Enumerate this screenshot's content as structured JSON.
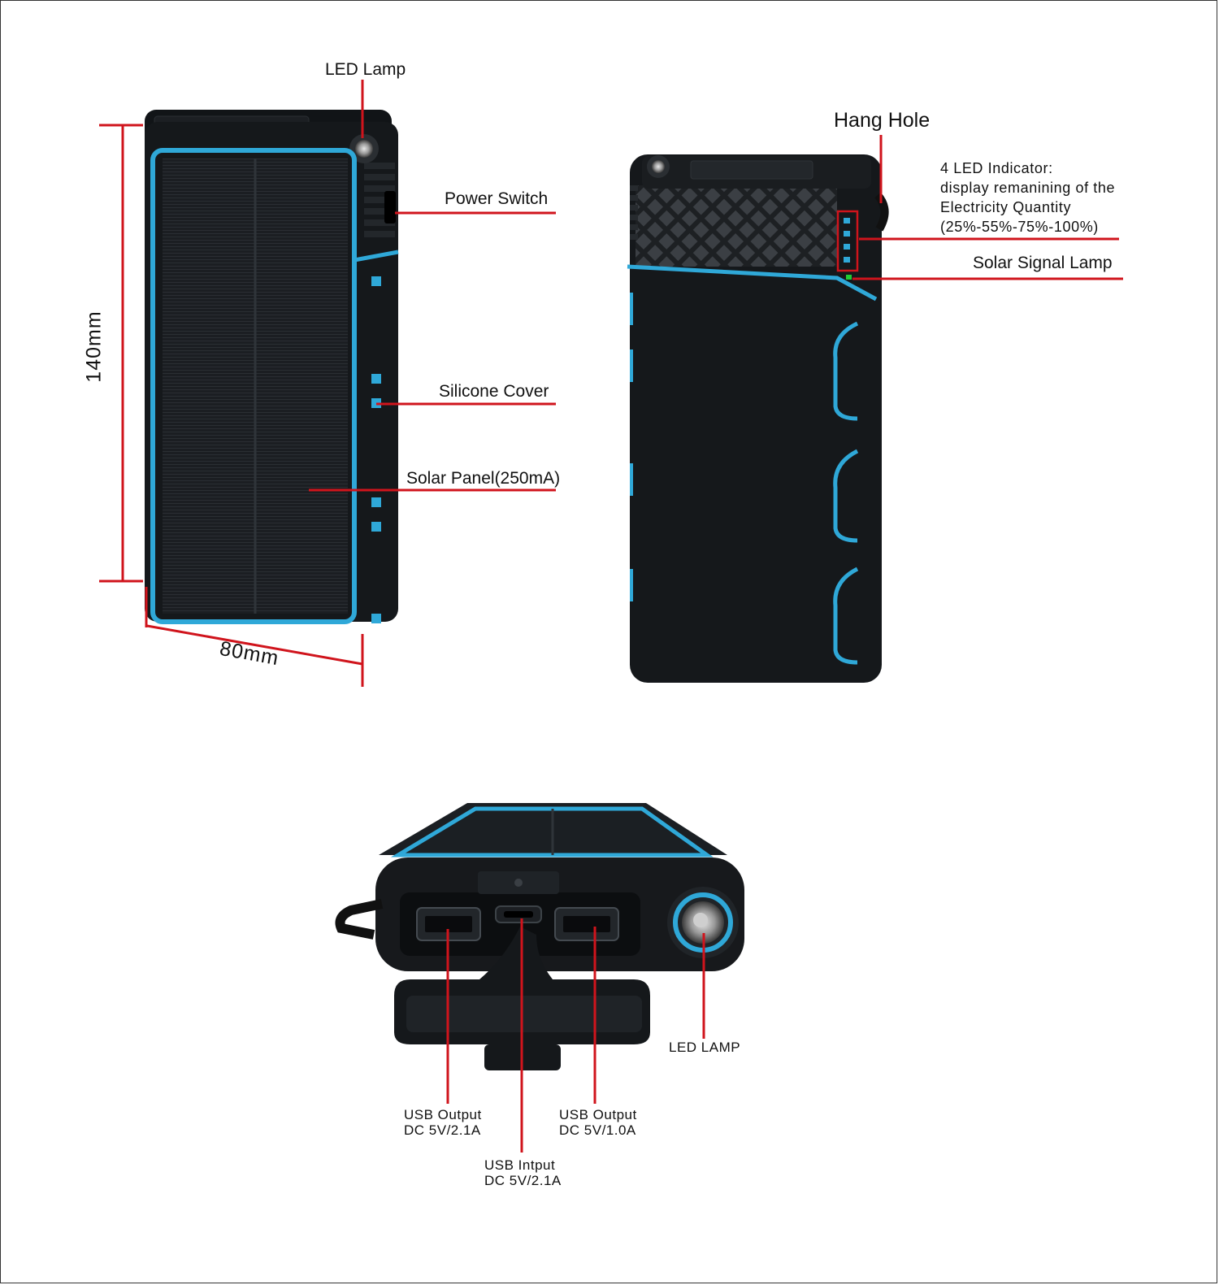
{
  "front_view": {
    "led_lamp": "LED Lamp",
    "power_switch": "Power Switch",
    "silicone_cover": "Silicone Cover",
    "solar_panel": "Solar  Panel(250mA)",
    "height_dim": "140mm",
    "width_dim": "80mm"
  },
  "back_view": {
    "hang_hole": "Hang Hole",
    "led_indicator": {
      "line1": "4 LED Indicator:",
      "line2": "display remanining of the",
      "line3": "Electricity Quantity",
      "line4": "(25%-55%-75%-100%)"
    },
    "solar_signal_lamp": "Solar Signal Lamp"
  },
  "bottom_view": {
    "led_lamp": "LED  LAMP",
    "usb_output_1": {
      "line1": "USB  Output",
      "line2": "DC 5V/2.1A"
    },
    "usb_input": {
      "line1": "USB  Intput",
      "line2": "DC 5V/2.1A"
    },
    "usb_output_2": {
      "line1": "USB  Output",
      "line2": "DC 5V/1.0A"
    }
  },
  "colors": {
    "leader_line": "#d0141c",
    "accent_blue": "#2fa8d8",
    "body": "#15181b",
    "indicator_green": "#22cc33"
  }
}
